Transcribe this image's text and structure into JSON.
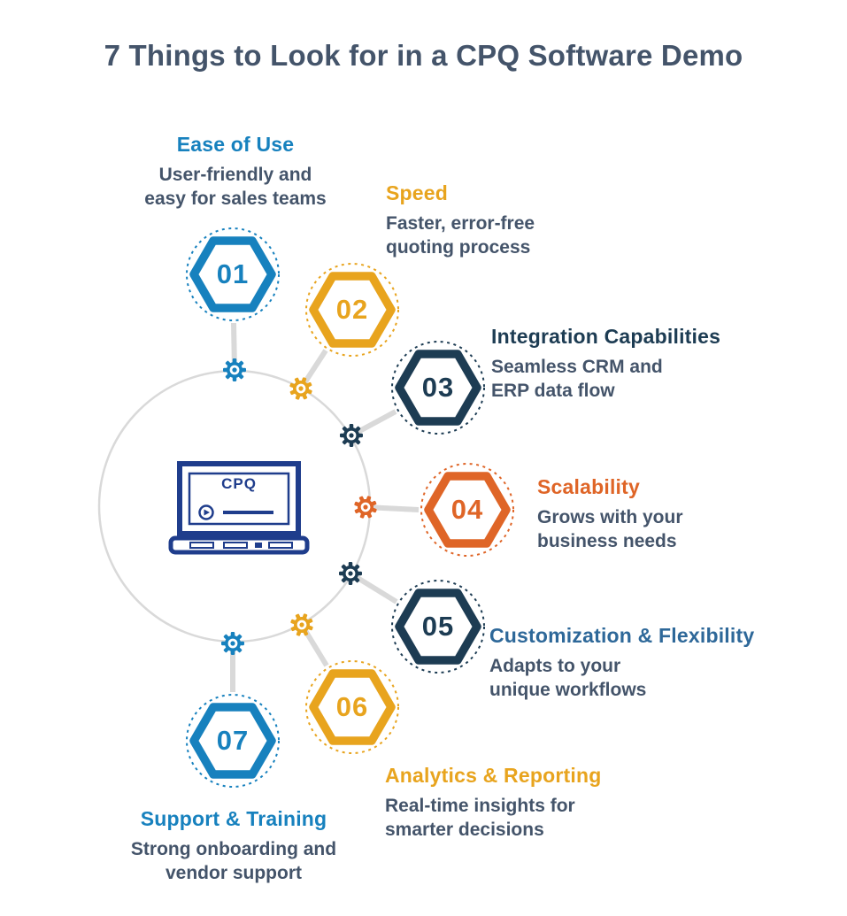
{
  "title": "7 Things to Look for in a CPQ Software Demo",
  "colors": {
    "title": "#44546A",
    "body_text": "#44546A",
    "line_gray": "#D9D9D9",
    "laptop_blue": "#1F3D8C",
    "blue": "#1781BE",
    "yellow": "#E8A41E",
    "navy": "#1D3C53",
    "orange": "#DF6527"
  },
  "center": {
    "screen_label": "CPQ"
  },
  "items": [
    {
      "number": "01",
      "heading": "Ease of Use",
      "color": "#1781BE",
      "heading_color": "#1781BE",
      "desc_lines": [
        "User-friendly and",
        "easy for sales teams"
      ]
    },
    {
      "number": "02",
      "heading": "Speed",
      "color": "#E8A41E",
      "heading_color": "#E8A41E",
      "desc_lines": [
        "Faster, error-free",
        "quoting process"
      ]
    },
    {
      "number": "03",
      "heading": "Integration Capabilities",
      "color": "#1D3C53",
      "heading_color": "#1D3C53",
      "desc_lines": [
        "Seamless CRM and",
        "ERP data flow"
      ]
    },
    {
      "number": "04",
      "heading": "Scalability",
      "color": "#DF6527",
      "heading_color": "#DF6527",
      "desc_lines": [
        "Grows with your",
        "business needs"
      ]
    },
    {
      "number": "05",
      "heading": "Customization & Flexibility",
      "color": "#1D3C53",
      "heading_color": "#2E6899",
      "desc_lines": [
        "Adapts to your",
        "unique workflows"
      ]
    },
    {
      "number": "06",
      "heading": "Analytics & Reporting",
      "color": "#E8A41E",
      "heading_color": "#E8A41E",
      "desc_lines": [
        "Real-time insights for",
        "smarter decisions"
      ]
    },
    {
      "number": "07",
      "heading": "Support & Training",
      "color": "#1781BE",
      "heading_color": "#1781BE",
      "desc_lines": [
        "Strong onboarding and",
        "vendor support"
      ]
    }
  ],
  "gears": [
    "#1781BE",
    "#E8A41E",
    "#1D3C53",
    "#DF6527",
    "#1D3C53",
    "#E8A41E",
    "#1781BE"
  ]
}
